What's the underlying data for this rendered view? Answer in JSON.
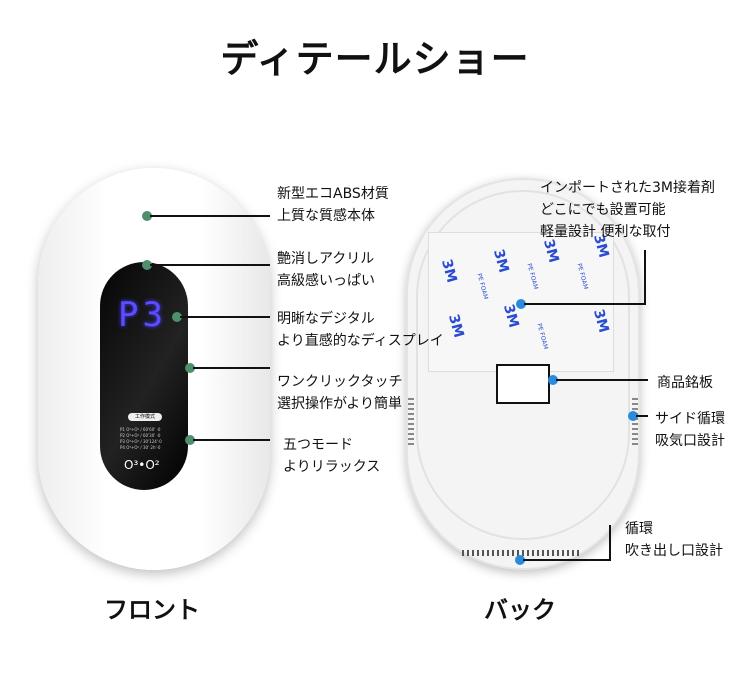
{
  "title": "ディテールショー",
  "front": {
    "caption": "フロント",
    "display": "P3",
    "mode_button": "工作模式",
    "modes": [
      "P1 O³+O² / 60'60' ·0",
      "P2 O³+O² / 60'30' ·0",
      "P3 O³+O² / 30'124'·0",
      "P4 O³+O² / 30' 2h'·0"
    ],
    "ozone_label": "O³•O²",
    "callouts": [
      {
        "line1": "新型エコABS材質",
        "line2": "上質な質感本体"
      },
      {
        "line1": "艶消しアクリル",
        "line2": "高級感いっぱい"
      },
      {
        "line1": "明晰なデジタル",
        "line2": "より直感的なディスプレイ"
      },
      {
        "line1": "ワンクリックタッチ",
        "line2": "選択操作がより簡単"
      },
      {
        "line1": "五つモード",
        "line2": "よりリラックス"
      }
    ]
  },
  "back": {
    "caption": "バック",
    "sticker_brand": "3M",
    "sticker_text": "PE FOAM",
    "callouts": [
      {
        "line1": "インポートされた3M接着剤",
        "line2": "どこにでも設置可能",
        "line3": "軽量設計  便利な取付"
      },
      {
        "line1": "商品銘板"
      },
      {
        "line1": "サイド循環",
        "line2": "吸気口設計"
      },
      {
        "line1": "循環",
        "line2": "吹き出し口設計"
      }
    ]
  },
  "colors": {
    "front_dot": "#4e8f6e",
    "back_dot": "#2a8bdc",
    "display": "#5b4dff"
  }
}
